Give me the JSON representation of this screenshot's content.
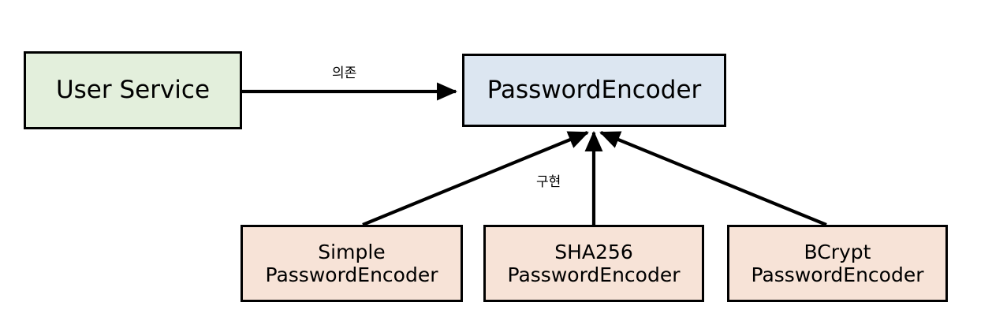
{
  "diagram": {
    "type": "class-relationship-diagram",
    "background_color": "#ffffff",
    "nodes": [
      {
        "id": "user-service",
        "label": "User Service",
        "fill": "#e3efdc",
        "stroke": "#000000"
      },
      {
        "id": "password-encoder",
        "label": "PasswordEncoder",
        "fill": "#dce6f1",
        "stroke": "#000000"
      },
      {
        "id": "simple-password-encoder",
        "label": "Simple\nPasswordEncoder",
        "fill": "#f7e3d7",
        "stroke": "#000000"
      },
      {
        "id": "sha256-password-encoder",
        "label": "SHA256\nPasswordEncoder",
        "fill": "#f7e3d7",
        "stroke": "#000000"
      },
      {
        "id": "bcrypt-password-encoder",
        "label": "BCrypt\nPasswordEncoder",
        "fill": "#f7e3d7",
        "stroke": "#000000"
      }
    ],
    "edges": [
      {
        "id": "dependency-edge",
        "from": "user-service",
        "to": "password-encoder",
        "label": "의존",
        "style": "solid",
        "arrow": "filled-triangle"
      },
      {
        "id": "implements-edge-simple",
        "from": "simple-password-encoder",
        "to": "password-encoder",
        "label": "",
        "style": "solid",
        "arrow": "filled-triangle"
      },
      {
        "id": "implements-edge-sha256",
        "from": "sha256-password-encoder",
        "to": "password-encoder",
        "label": "구현",
        "style": "solid",
        "arrow": "filled-triangle"
      },
      {
        "id": "implements-edge-bcrypt",
        "from": "bcrypt-password-encoder",
        "to": "password-encoder",
        "label": "",
        "style": "solid",
        "arrow": "filled-triangle"
      }
    ],
    "edge_labels": {
      "dependency": "의존",
      "implementation": "구현"
    }
  }
}
